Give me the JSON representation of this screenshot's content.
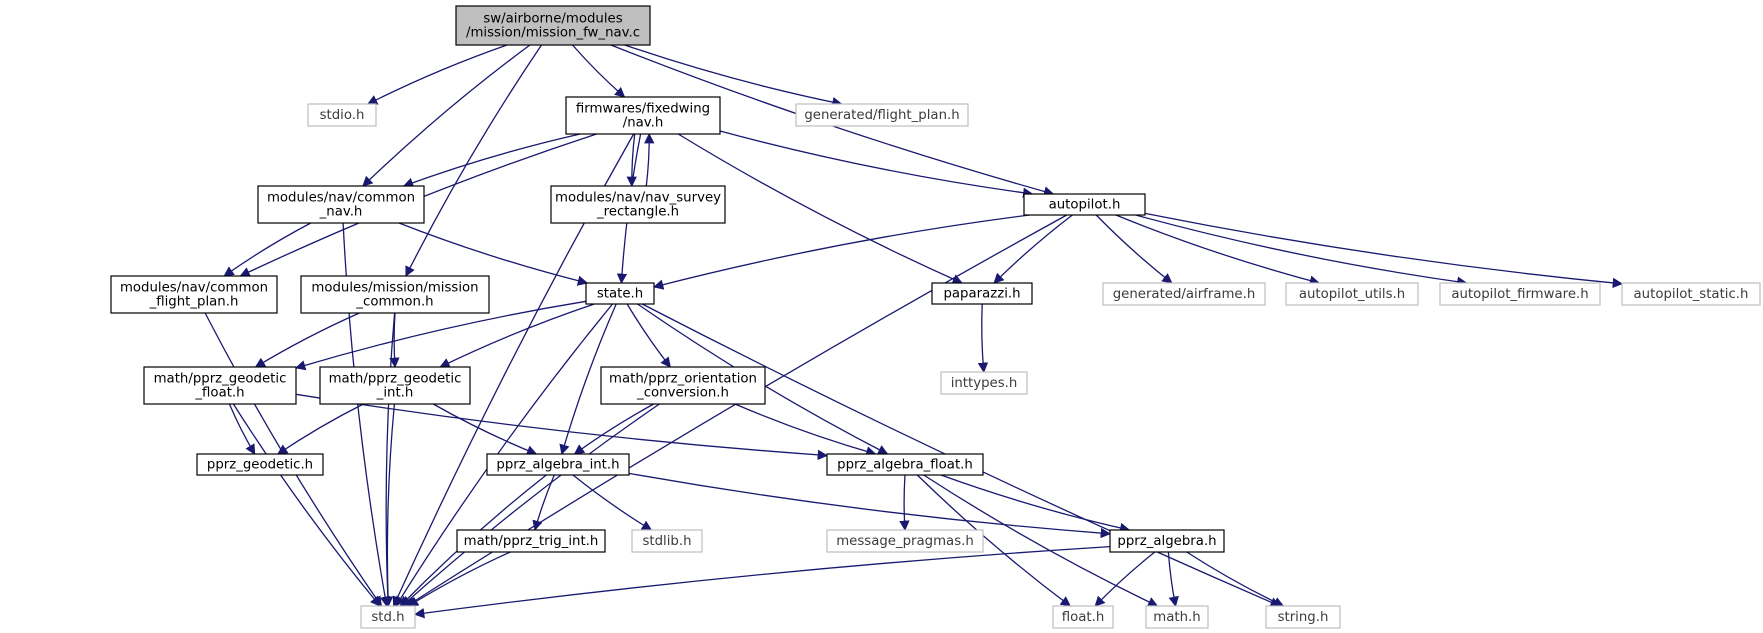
{
  "colors": {
    "edge": "#191970",
    "node_border": "#000000",
    "external_border": "#bfbfbf",
    "root_fill": "#bfbfbf",
    "node_fill": "#ffffff",
    "text": "#000000",
    "external_text": "#3c3c3c"
  },
  "nodes": [
    {
      "id": "root",
      "lines": [
        "sw/airborne/modules",
        "/mission/mission_fw_nav.c"
      ],
      "kind": "root"
    },
    {
      "id": "stdio",
      "lines": [
        "stdio.h"
      ],
      "kind": "external"
    },
    {
      "id": "fwnav",
      "lines": [
        "firmwares/fixedwing",
        "/nav.h"
      ],
      "kind": "normal"
    },
    {
      "id": "genfp",
      "lines": [
        "generated/flight_plan.h"
      ],
      "kind": "external"
    },
    {
      "id": "commonnav",
      "lines": [
        "modules/nav/common",
        "_nav.h"
      ],
      "kind": "normal"
    },
    {
      "id": "survey",
      "lines": [
        "modules/nav/nav_survey",
        "_rectangle.h"
      ],
      "kind": "normal"
    },
    {
      "id": "autopilot",
      "lines": [
        "autopilot.h"
      ],
      "kind": "normal"
    },
    {
      "id": "commonfp",
      "lines": [
        "modules/nav/common",
        "_flight_plan.h"
      ],
      "kind": "normal"
    },
    {
      "id": "missioncommon",
      "lines": [
        "modules/mission/mission",
        "_common.h"
      ],
      "kind": "normal"
    },
    {
      "id": "state",
      "lines": [
        "state.h"
      ],
      "kind": "normal"
    },
    {
      "id": "paparazzi",
      "lines": [
        "paparazzi.h"
      ],
      "kind": "normal"
    },
    {
      "id": "genairframe",
      "lines": [
        "generated/airframe.h"
      ],
      "kind": "external"
    },
    {
      "id": "aputils",
      "lines": [
        "autopilot_utils.h"
      ],
      "kind": "external"
    },
    {
      "id": "apfirmware",
      "lines": [
        "autopilot_firmware.h"
      ],
      "kind": "external"
    },
    {
      "id": "apstatic",
      "lines": [
        "autopilot_static.h"
      ],
      "kind": "external"
    },
    {
      "id": "inttypes",
      "lines": [
        "inttypes.h"
      ],
      "kind": "external"
    },
    {
      "id": "geofloat",
      "lines": [
        "math/pprz_geodetic",
        "_float.h"
      ],
      "kind": "normal"
    },
    {
      "id": "geoint",
      "lines": [
        "math/pprz_geodetic",
        "_int.h"
      ],
      "kind": "normal"
    },
    {
      "id": "orient",
      "lines": [
        "math/pprz_orientation",
        "_conversion.h"
      ],
      "kind": "normal"
    },
    {
      "id": "geodetic",
      "lines": [
        "pprz_geodetic.h"
      ],
      "kind": "normal"
    },
    {
      "id": "algint",
      "lines": [
        "pprz_algebra_int.h"
      ],
      "kind": "normal"
    },
    {
      "id": "algfloat",
      "lines": [
        "pprz_algebra_float.h"
      ],
      "kind": "normal"
    },
    {
      "id": "trigint",
      "lines": [
        "math/pprz_trig_int.h"
      ],
      "kind": "normal"
    },
    {
      "id": "stdlib",
      "lines": [
        "stdlib.h"
      ],
      "kind": "external"
    },
    {
      "id": "msgprag",
      "lines": [
        "message_pragmas.h"
      ],
      "kind": "external"
    },
    {
      "id": "algebra",
      "lines": [
        "pprz_algebra.h"
      ],
      "kind": "normal"
    },
    {
      "id": "std",
      "lines": [
        "std.h"
      ],
      "kind": "external"
    },
    {
      "id": "float",
      "lines": [
        "float.h"
      ],
      "kind": "external"
    },
    {
      "id": "math",
      "lines": [
        "math.h"
      ],
      "kind": "external"
    },
    {
      "id": "string",
      "lines": [
        "string.h"
      ],
      "kind": "external"
    }
  ],
  "edges": [
    [
      "root",
      "stdio"
    ],
    [
      "root",
      "fwnav"
    ],
    [
      "root",
      "genfp"
    ],
    [
      "root",
      "commonnav"
    ],
    [
      "root",
      "autopilot"
    ],
    [
      "root",
      "missioncommon"
    ],
    [
      "fwnav",
      "commonnav"
    ],
    [
      "fwnav",
      "survey"
    ],
    [
      "fwnav",
      "autopilot"
    ],
    [
      "fwnav",
      "commonfp"
    ],
    [
      "fwnav",
      "state"
    ],
    [
      "fwnav",
      "paparazzi"
    ],
    [
      "fwnav",
      "std"
    ],
    [
      "survey",
      "fwnav"
    ],
    [
      "commonnav",
      "commonfp"
    ],
    [
      "commonnav",
      "state"
    ],
    [
      "commonnav",
      "std"
    ],
    [
      "commonfp",
      "std"
    ],
    [
      "autopilot",
      "state"
    ],
    [
      "autopilot",
      "paparazzi"
    ],
    [
      "autopilot",
      "genairframe"
    ],
    [
      "autopilot",
      "aputils"
    ],
    [
      "autopilot",
      "apfirmware"
    ],
    [
      "autopilot",
      "apstatic"
    ],
    [
      "autopilot",
      "std"
    ],
    [
      "paparazzi",
      "inttypes"
    ],
    [
      "missioncommon",
      "geofloat"
    ],
    [
      "missioncommon",
      "geoint"
    ],
    [
      "missioncommon",
      "std"
    ],
    [
      "state",
      "geofloat"
    ],
    [
      "state",
      "geoint"
    ],
    [
      "state",
      "orient"
    ],
    [
      "state",
      "algint"
    ],
    [
      "state",
      "algfloat"
    ],
    [
      "state",
      "std"
    ],
    [
      "state",
      "string"
    ],
    [
      "geofloat",
      "geodetic"
    ],
    [
      "geofloat",
      "algfloat"
    ],
    [
      "geofloat",
      "std"
    ],
    [
      "geoint",
      "geodetic"
    ],
    [
      "geoint",
      "algint"
    ],
    [
      "geoint",
      "std"
    ],
    [
      "orient",
      "algint"
    ],
    [
      "orient",
      "algfloat"
    ],
    [
      "orient",
      "std"
    ],
    [
      "algint",
      "trigint"
    ],
    [
      "algint",
      "stdlib"
    ],
    [
      "algint",
      "algebra"
    ],
    [
      "algint",
      "std"
    ],
    [
      "algfloat",
      "msgprag"
    ],
    [
      "algfloat",
      "algebra"
    ],
    [
      "algfloat",
      "float"
    ],
    [
      "algfloat",
      "math"
    ],
    [
      "trigint",
      "std"
    ],
    [
      "algebra",
      "std"
    ],
    [
      "algebra",
      "float"
    ],
    [
      "algebra",
      "math"
    ],
    [
      "algebra",
      "string"
    ]
  ]
}
